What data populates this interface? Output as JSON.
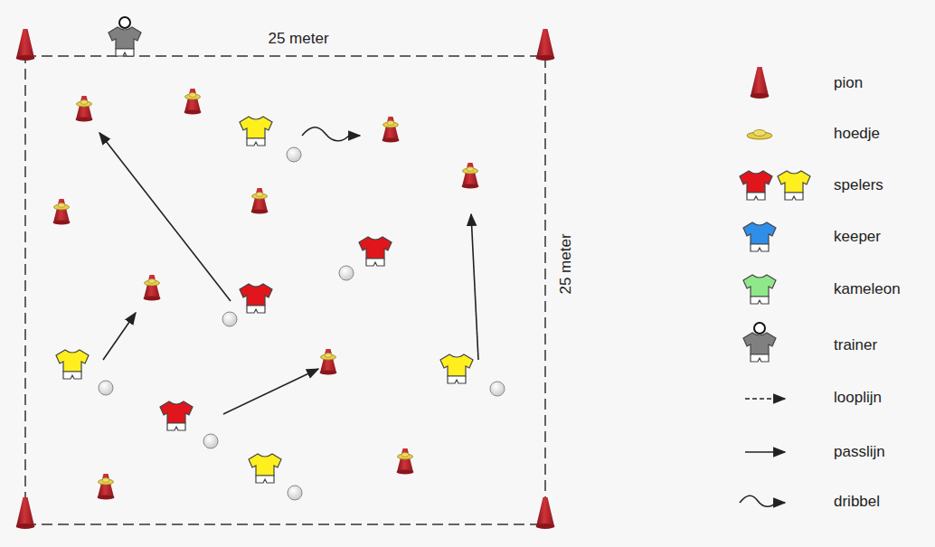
{
  "diagram": {
    "labels": [
      "25 meter",
      "25 meter"
    ],
    "legend": [
      {
        "text": "pion"
      },
      {
        "text": "hoedje"
      },
      {
        "text": "spelers"
      },
      {
        "text": "keeper"
      },
      {
        "text": "kameleon"
      },
      {
        "text": "trainer"
      },
      {
        "text": "looplijn"
      },
      {
        "text": "passlijn"
      },
      {
        "text": "dribbel"
      }
    ]
  }
}
